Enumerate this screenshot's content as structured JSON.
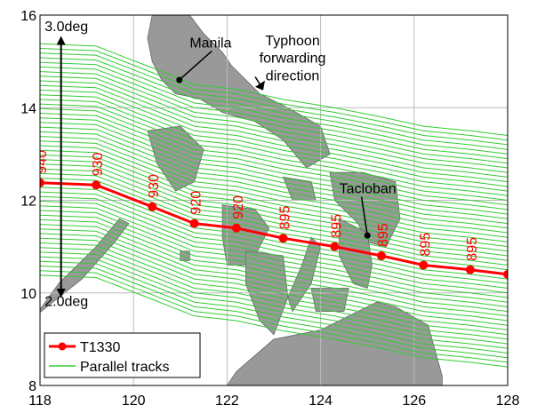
{
  "chart_data": {
    "type": "line",
    "title": "",
    "xlabel": "",
    "ylabel": "",
    "xlim": [
      118,
      128
    ],
    "ylim": [
      8,
      16
    ],
    "x_ticks": [
      118,
      120,
      122,
      124,
      126,
      128
    ],
    "y_ticks": [
      8,
      10,
      12,
      14,
      16
    ],
    "grid": true,
    "legend": {
      "position": "bottom-left",
      "entries": [
        "T1330",
        "Parallel tracks"
      ]
    },
    "series": [
      {
        "name": "T1330",
        "color": "#ff0000",
        "marker": "circle",
        "x": [
          118.0,
          119.2,
          120.4,
          121.3,
          122.2,
          123.2,
          124.3,
          125.3,
          126.2,
          127.2,
          128.0
        ],
        "y": [
          12.38,
          12.33,
          11.86,
          11.5,
          11.4,
          11.18,
          11.0,
          10.8,
          10.6,
          10.5,
          10.4
        ],
        "point_labels": [
          {
            "x": 118.0,
            "y": 12.38,
            "text": "940"
          },
          {
            "x": 119.2,
            "y": 12.33,
            "text": "930"
          },
          {
            "x": 120.4,
            "y": 11.86,
            "text": "930"
          },
          {
            "x": 121.3,
            "y": 11.5,
            "text": "920"
          },
          {
            "x": 122.2,
            "y": 11.4,
            "text": "920"
          },
          {
            "x": 123.2,
            "y": 11.18,
            "text": "895"
          },
          {
            "x": 124.3,
            "y": 11.0,
            "text": "895"
          },
          {
            "x": 125.3,
            "y": 10.8,
            "text": "895"
          },
          {
            "x": 126.2,
            "y": 10.6,
            "text": "895"
          },
          {
            "x": 127.2,
            "y": 10.5,
            "text": "895"
          }
        ]
      },
      {
        "name": "Parallel tracks",
        "color": "#33cc33",
        "offset_range_deg": [
          -2.0,
          3.0
        ],
        "offset_step_deg": 0.1
      }
    ],
    "annotations": [
      {
        "text": "3.0deg",
        "x": 118.1,
        "y": 15.65
      },
      {
        "text": "2.0deg",
        "x": 118.1,
        "y": 9.72
      },
      {
        "text": "Manila",
        "x": 121.2,
        "y": 15.3,
        "point": [
          120.98,
          14.6
        ]
      },
      {
        "text": "Typhoon",
        "x": 123.4,
        "y": 15.35
      },
      {
        "text": "forwarding",
        "x": 123.4,
        "y": 14.97
      },
      {
        "text": "direction",
        "x": 123.4,
        "y": 14.59,
        "arrow_to": [
          122.6,
          14.45
        ]
      },
      {
        "text": "Tacloban",
        "x": 124.4,
        "y": 12.15,
        "point": [
          125.0,
          11.24
        ]
      }
    ],
    "land_color": "#999999",
    "land_hatch_color": "#33cc33"
  }
}
